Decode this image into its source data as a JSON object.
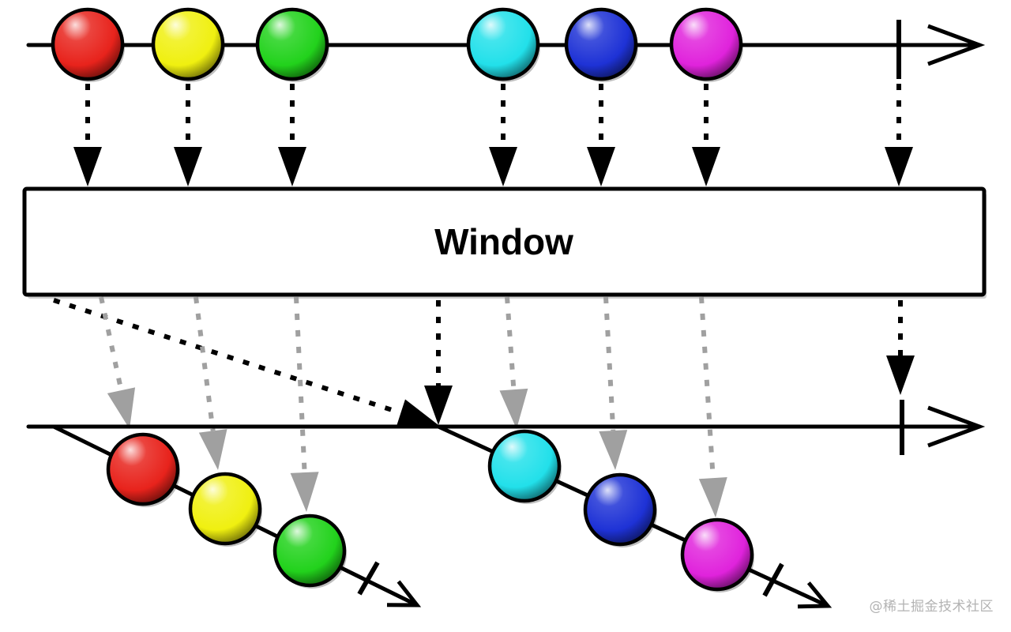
{
  "operator": {
    "label": "Window"
  },
  "watermark": "@稀土掘金技术社区",
  "colors": {
    "marble_red": "#e8231c",
    "marble_yellow": "#f0f010",
    "marble_green": "#22d21c",
    "marble_cyan": "#22e0ea",
    "marble_blue": "#1e32d6",
    "marble_magenta": "#e023dc",
    "line": "#000000",
    "window_arrow": "#a0a0a0"
  },
  "diagram": {
    "source_marbles": [
      {
        "id": "red",
        "color": "marble_red"
      },
      {
        "id": "yellow",
        "color": "marble_yellow"
      },
      {
        "id": "green",
        "color": "marble_green"
      },
      {
        "id": "cyan",
        "color": "marble_cyan"
      },
      {
        "id": "blue",
        "color": "marble_blue"
      },
      {
        "id": "magenta",
        "color": "marble_magenta"
      }
    ],
    "windows": [
      {
        "id": "window-1",
        "marbles": [
          "red",
          "yellow",
          "green"
        ]
      },
      {
        "id": "window-2",
        "marbles": [
          "cyan",
          "blue",
          "magenta"
        ]
      }
    ]
  }
}
